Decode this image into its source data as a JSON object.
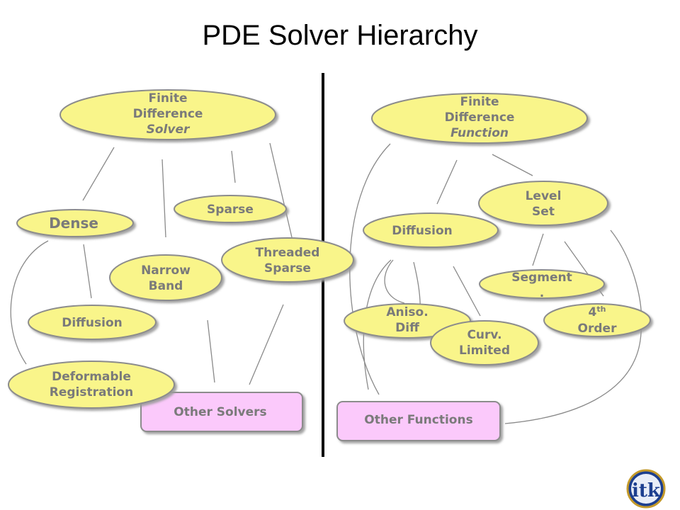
{
  "title": "PDE Solver Hierarchy",
  "colors": {
    "node_fill": "#f9f58a",
    "node_stroke": "#8c8c8c",
    "box_fill": "#fbc9fb",
    "text": "#7a7a7a",
    "divider": "#000000"
  },
  "left": {
    "root": {
      "line1": "Finite",
      "line2": "Difference",
      "line3": "Solver"
    },
    "dense": "Dense",
    "sparse": "Sparse",
    "narrow_band": {
      "line1": "Narrow",
      "line2": "Band"
    },
    "threaded_sparse": {
      "line1": "Threaded",
      "line2": "Sparse"
    },
    "diffusion": "Diffusion",
    "deformable_registration": {
      "line1": "Deformable",
      "line2": "Registration"
    },
    "other": "Other Solvers"
  },
  "right": {
    "root": {
      "line1": "Finite",
      "line2": "Difference",
      "line3": "Function"
    },
    "level_set": {
      "line1": "Level",
      "line2": "Set"
    },
    "diffusion": "Diffusion",
    "segment": {
      "line1": "Segment",
      "line2": "."
    },
    "aniso_diff": {
      "line1": "Aniso.",
      "line2": "Diff"
    },
    "curv_limited": {
      "line1": "Curv.",
      "line2": "Limited"
    },
    "fourth_order": {
      "line1_base": "4",
      "line1_sup": "th",
      "line2": "Order"
    },
    "other": "Other Functions"
  },
  "logo": {
    "text": "itk"
  }
}
